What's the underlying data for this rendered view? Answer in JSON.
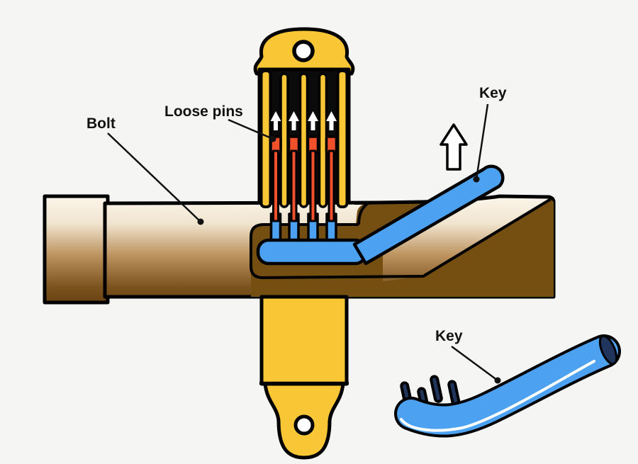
{
  "labels": {
    "bolt": {
      "text": "Bolt"
    },
    "loose_pins": {
      "text": "Loose pins"
    },
    "key_upper": {
      "text": "Key"
    },
    "key_lower": {
      "text": "Key"
    }
  },
  "icons": {
    "lift_arrow": "up-arrow-outline",
    "pin_arrow": "up-arrow-white",
    "pin_arrow_count": 4
  },
  "colors": {
    "background": "#F5F6F4",
    "bolt_top": "#FBF6EC",
    "bolt_cream": "#F0E4CE",
    "bolt_tan": "#BE9461",
    "bolt_brown": "#7C5420",
    "bolt_dark": "#6A4312",
    "cavity": "#754E12",
    "lock_yellow": "#F9C736",
    "chamber_black": "#0B0B0B",
    "pin_red": "#F0512B",
    "key_blue": "#4CA2F0",
    "key_dark_navy": "#20355C",
    "arrow_white": "#FFFFFF",
    "outline": "#000000",
    "label_color": "#111111"
  }
}
